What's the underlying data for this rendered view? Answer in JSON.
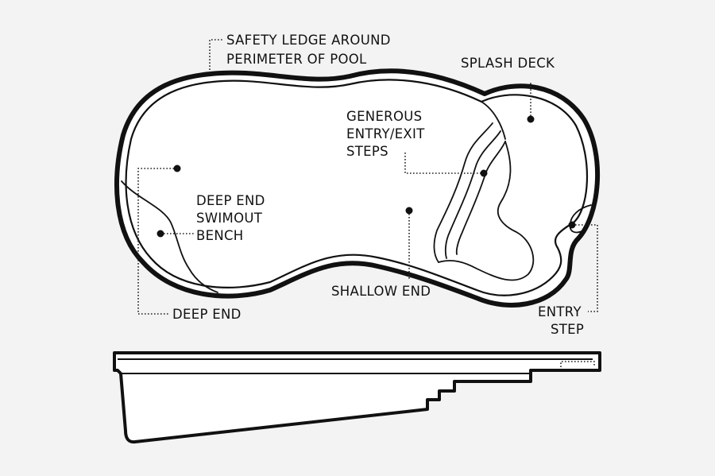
{
  "colors": {
    "background": "#f3f3f3",
    "line": "#111111",
    "fill": "#ffffff"
  },
  "labels": {
    "safety_ledge_line1": "SAFETY LEDGE AROUND",
    "safety_ledge_line2": "PERIMETER OF POOL",
    "splash_deck": "SPLASH DECK",
    "steps_line1": "GENEROUS",
    "steps_line2": "ENTRY/EXIT",
    "steps_line3": "STEPS",
    "bench_line1": "DEEP END",
    "bench_line2": "SWIMOUT",
    "bench_line3": "BENCH",
    "shallow_end": "SHALLOW END",
    "deep_end": "DEEP END",
    "entry_step_line1": "ENTRY",
    "entry_step_line2": "STEP"
  }
}
